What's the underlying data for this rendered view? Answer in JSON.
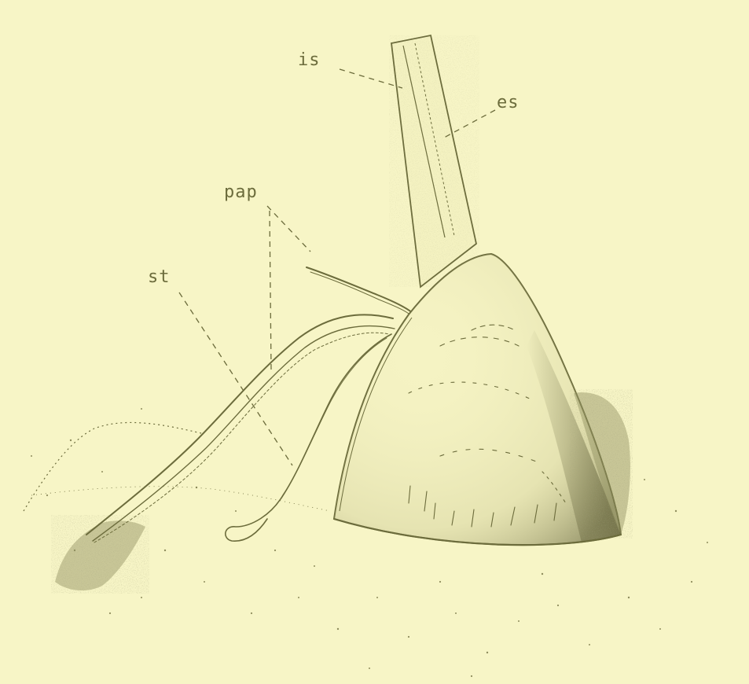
{
  "figure": {
    "labels": {
      "is": "is",
      "es": "es",
      "pap": "pap",
      "st": "st"
    },
    "colors": {
      "paper": "#f7f5c6",
      "ink": "#6c6c3c",
      "stipple": "#8f8d5e",
      "shadow": "#5e5d35"
    }
  }
}
